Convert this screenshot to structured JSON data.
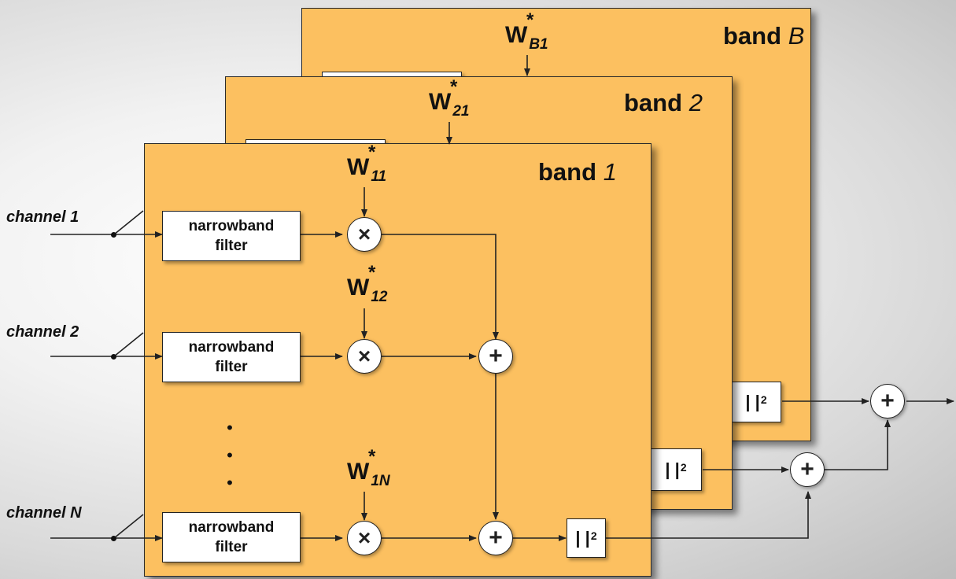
{
  "bands": [
    {
      "word": "band",
      "index": "B"
    },
    {
      "word": "band",
      "index": "2"
    },
    {
      "word": "band",
      "index": "1"
    }
  ],
  "weights": [
    {
      "main": "W",
      "sub": "B1",
      "star": "*"
    },
    {
      "main": "W",
      "sub": "21",
      "star": "*"
    },
    {
      "main": "W",
      "sub": "11",
      "star": "*"
    },
    {
      "main": "W",
      "sub": "12",
      "star": "*"
    },
    {
      "main": "W",
      "sub": "1N",
      "star": "*"
    }
  ],
  "channels": [
    "channel 1",
    "channel 2",
    "channel N"
  ],
  "filter": {
    "line1": "narrowband",
    "line2": "filter"
  },
  "operators": {
    "multiply": "×",
    "add": "+"
  },
  "magnitude": {
    "bars": "| |",
    "power": "2"
  },
  "ellipsis": [
    "•",
    "•",
    "•"
  ]
}
